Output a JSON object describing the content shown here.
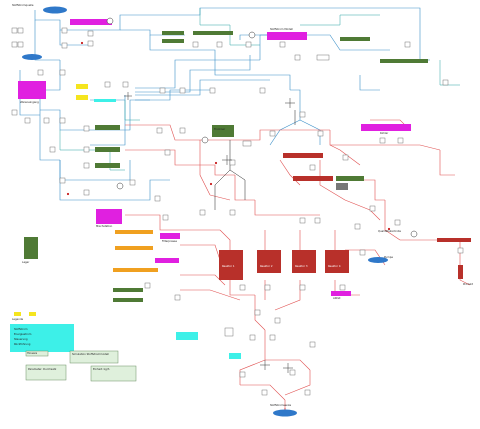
{
  "title": "Stoffstrom Modell",
  "source_label": "Stoffstromquelle",
  "sink_label": "Stoffstromsenke",
  "warehouse_label": "Wareneingang",
  "reactor_labels": [
    "Reaktor 1",
    "Reaktor 2",
    "Reaktor 3",
    "Reaktor 4"
  ],
  "mixer_label": "Mischstation",
  "dryer_label": "Trockner",
  "filter_label": "Filterpresse",
  "quality_label": "Qualitätskontrolle",
  "cooler_label": "Kühler",
  "storage_label": "Lager",
  "pump_label": "Pumpe",
  "waste_label": "Abfall",
  "product_label": "Produkt",
  "legend": {
    "title": "Legende",
    "items": [
      "Stoffstrom",
      "Energiestrom",
      "Steuerung",
      "Rückführung"
    ]
  },
  "note_title": "Hinweis",
  "notes": [
    "Simulation Stoffstrommodell",
    "Parameter: Durchsatz",
    "Einheit: kg/h"
  ],
  "colors": {
    "pipe_red": "#e05050",
    "pipe_blue": "#3a8fc8",
    "pipe_teal": "#2aa5a5",
    "magenta": "#e020e0",
    "green": "#4f7a35",
    "dark_red": "#b8302a",
    "orange": "#f0a020",
    "cyan": "#3df0e8",
    "yellow": "#f5e51e",
    "blue": "#2f78c9",
    "note_bg": "#dff0dc"
  }
}
